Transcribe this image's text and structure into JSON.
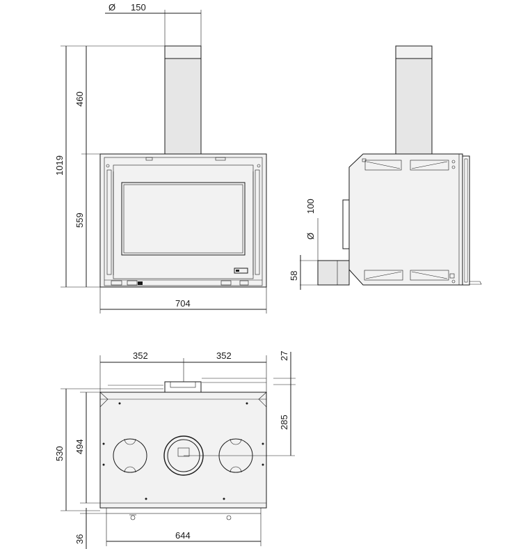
{
  "dimensions": {
    "flue_diameter_symbol": "Ø",
    "flue_diameter": "150",
    "total_height": "1019",
    "flue_height": "460",
    "body_height": "559",
    "front_width": "704",
    "side_duct_diameter_symbol": "Ø",
    "side_duct_diameter": "100",
    "side_duct_height": "58",
    "top_half_left": "352",
    "top_half_right": "352",
    "top_offset": "27",
    "top_to_center": "285",
    "top_depth_total": "530",
    "top_depth_body": "494",
    "bottom_offset": "36",
    "bottom_width": "644"
  }
}
